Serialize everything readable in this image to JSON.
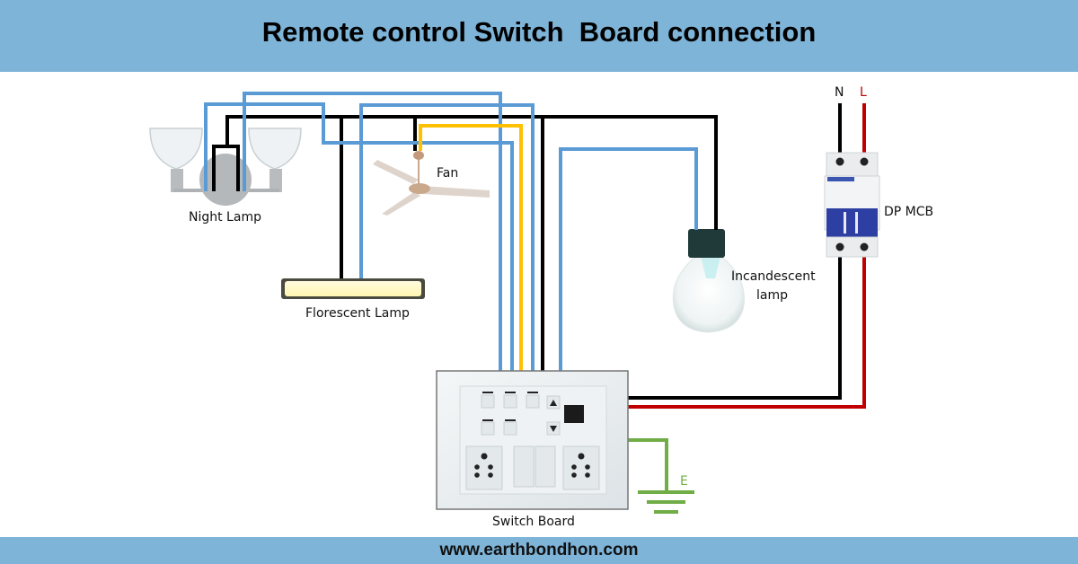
{
  "header": {
    "title": "Remote control Switch  Board connection"
  },
  "footer": {
    "website": "www.earthbondhon.com"
  },
  "labels": {
    "night_lamp": "Night Lamp",
    "fan": "Fan",
    "fluorescent_lamp": "Florescent Lamp",
    "incandescent_line1": "Incandescent",
    "incandescent_line2": "lamp",
    "mcb": "DP MCB",
    "neutral": "N",
    "live": "L",
    "earth": "E",
    "switch_board": "Switch Board"
  },
  "colors": {
    "header_bg": "#7db4d8",
    "switched_wire": "#5b9bd5",
    "neutral_wire": "#000000",
    "live_wire": "#c00000",
    "fan_wire": "#ffc000",
    "earth_wire": "#70ad47"
  }
}
